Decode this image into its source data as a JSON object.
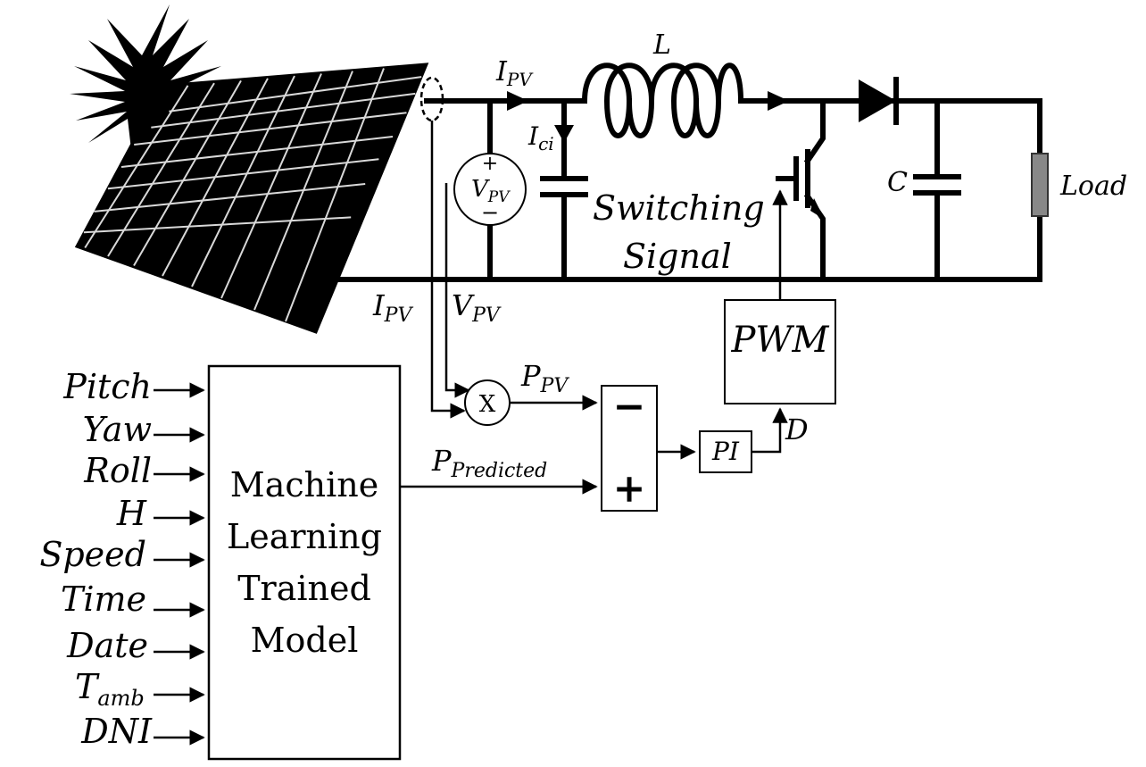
{
  "currents": {
    "i_pv_top": "I",
    "i_pv_top_sub": "PV",
    "i_ci": "I",
    "i_ci_sub": "ci",
    "i_pv_meas": "I",
    "i_pv_meas_sub": "PV"
  },
  "components": {
    "inductor": "L",
    "capacitor": "C",
    "load": "Load",
    "pwm": "PWM",
    "pi": "PI",
    "duty": "D"
  },
  "voltages": {
    "v_pv_meter": "V",
    "v_pv_meter_sub": "PV",
    "v_pv_meas": "V",
    "v_pv_meas_sub": "PV",
    "plus": "+",
    "minus": "−"
  },
  "signal": {
    "line1": "Switching",
    "line2": "Signal"
  },
  "multiplier": {
    "symbol": "X",
    "out": "P",
    "out_sub": "PV"
  },
  "predicted": {
    "label": "P",
    "label_sub": "Predicted"
  },
  "summer": {
    "minus": "−",
    "plus": "+"
  },
  "model": {
    "lines": [
      "Machine",
      "Learning",
      "Trained",
      "Model"
    ]
  },
  "inputs": [
    {
      "label": "Pitch"
    },
    {
      "label": "Yaw"
    },
    {
      "label": "Roll"
    },
    {
      "label": "H"
    },
    {
      "label": "Speed"
    },
    {
      "label": "Time"
    },
    {
      "label": "Date"
    },
    {
      "label": "T",
      "sub": "amb"
    },
    {
      "label": "DNI"
    }
  ]
}
